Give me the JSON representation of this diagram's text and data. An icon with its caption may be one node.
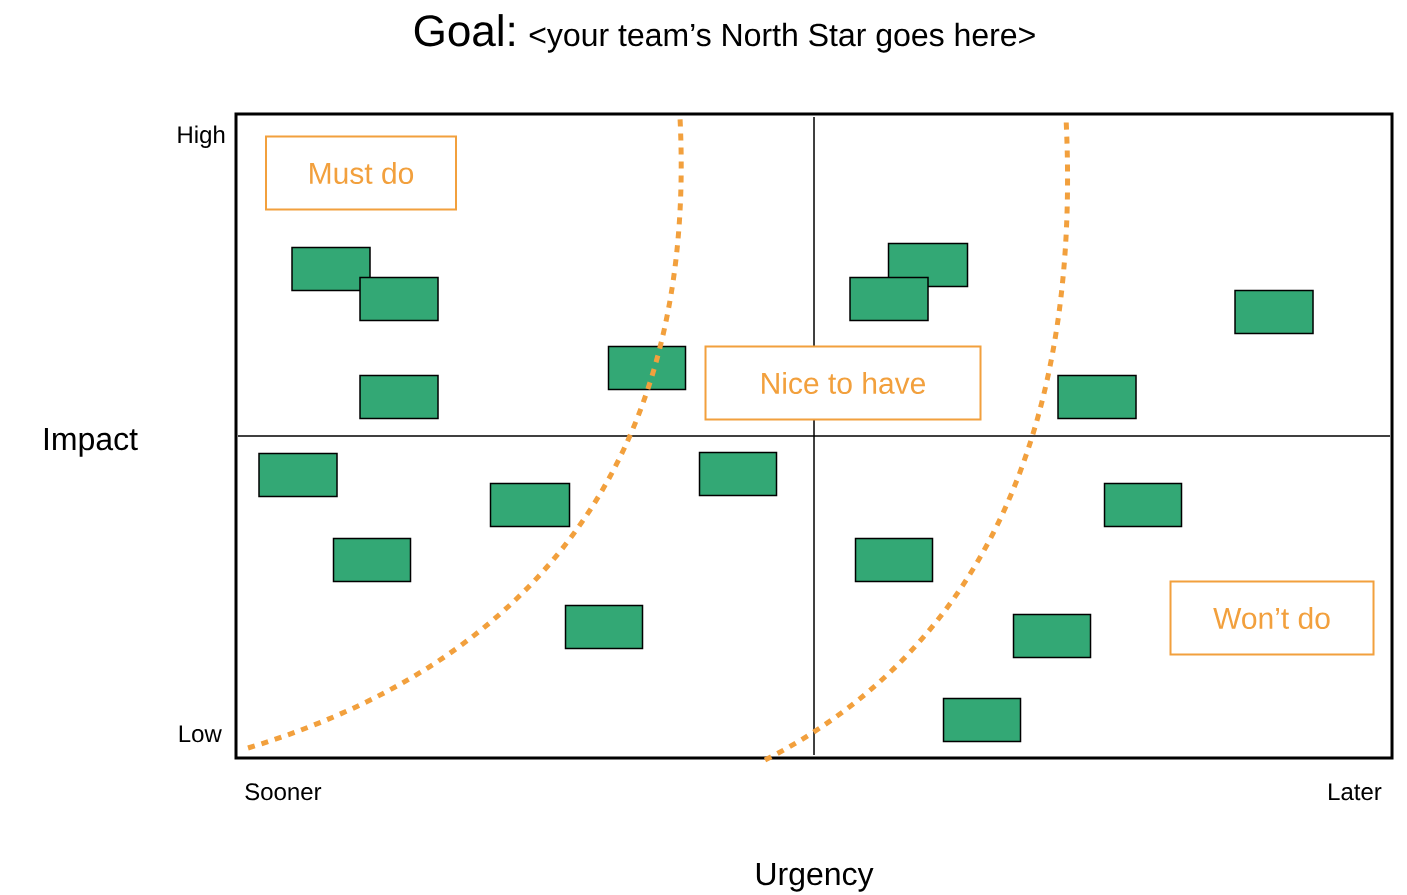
{
  "diagram": {
    "title": "Goal:",
    "nodes": [
      {
        "text": [
          "Must do"
        ]
      },
      {
        "text": [],
        "shape": "box"
      },
      {
        "text": [],
        "shape": "box"
      },
      {
        "text": [],
        "shape": "box"
      },
      {
        "text": [],
        "shape": "box"
      },
      {
        "text": [],
        "shape": "box"
      },
      {
        "text": [],
        "shape": "box"
      },
      {
        "text": [],
        "shape": "box"
      },
      {
        "text": [
          "Nice to have"
        ]
      },
      {
        "text": [],
        "shape": "box"
      },
      {
        "text": [],
        "shape": "box"
      },
      {
        "text": [],
        "shape": "box"
      },
      {
        "text": [],
        "shape": "box"
      },
      {
        "text": [],
        "shape": "box"
      },
      {
        "text": [],
        "shape": "box"
      },
      {
        "text": [],
        "shape": "box"
      },
      {
        "text": [],
        "shape": "box"
      },
      {
        "text": [
          "Won’t do"
        ]
      },
      {
        "text": [],
        "shape": "box"
      },
      {
        "text": [],
        "shape": "box"
      }
    ],
    "labels": [
      "<your team’s North Star goes here>",
      "High",
      "Impact",
      "Low",
      "Sooner",
      "Later",
      "Urgency"
    ]
  }
}
